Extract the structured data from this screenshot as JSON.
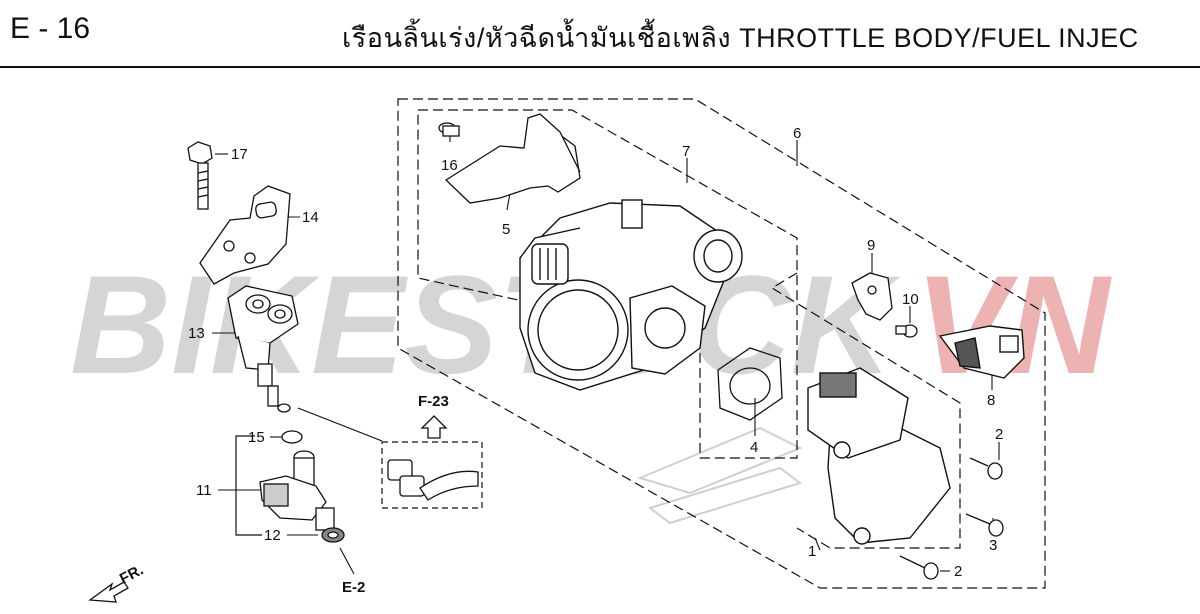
{
  "header": {
    "page_code": "E - 16",
    "title": "เรือนลิ้นเร่ง/หัวฉีดน้ำมันเชื้อเพลิง  THROTTLE BODY/FUEL INJEC"
  },
  "watermark": {
    "text_gray": "BIKESTOCK",
    "text_red": "VN"
  },
  "callouts": {
    "c1": "1",
    "c2a": "2",
    "c2b": "2",
    "c3": "3",
    "c4": "4",
    "c5": "5",
    "c6": "6",
    "c7": "7",
    "c8": "8",
    "c9": "9",
    "c10": "10",
    "c11": "11",
    "c12": "12",
    "c13": "13",
    "c14": "14",
    "c15": "15",
    "c16": "16",
    "c17": "17"
  },
  "references": {
    "f23": "F-23",
    "e2": "E-2",
    "fr": "FR."
  },
  "colors": {
    "watermark_gray": "#bdbdbd",
    "watermark_red": "#e8a0a0",
    "line": "#111111"
  }
}
